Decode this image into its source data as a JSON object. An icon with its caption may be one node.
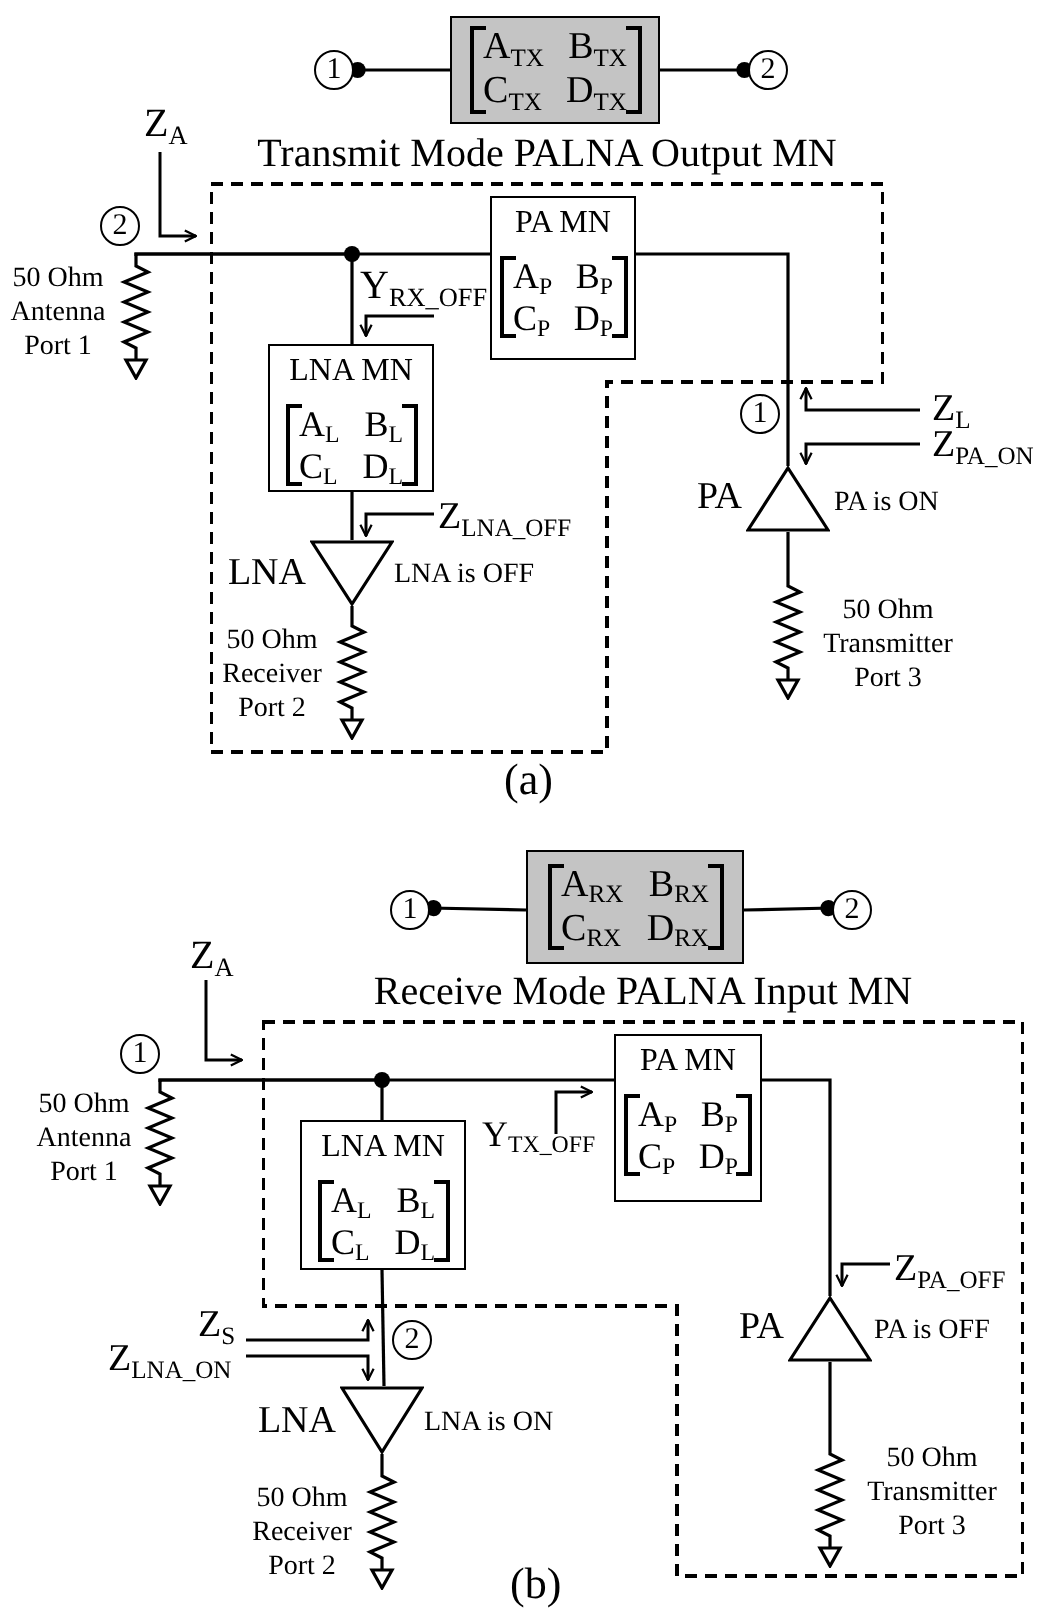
{
  "diagram": {
    "nodes": [
      {
        "text": [
          "1"
        ]
      },
      {
        "text": [
          "A$_{TX}$ B$_{TX}$ C$_{TX}$ D$_{TX}$"
        ]
      },
      {
        "text": [
          "2"
        ]
      },
      {
        "text": [
          "Transmit Mode PALNA Output MN"
        ]
      },
      {
        "text": [
          "2"
        ]
      },
      {
        "text": [],
        "shape": "resistor",
        "beside": [
          "50 Ohm Antenna Port 1"
        ]
      },
      {
        "text": [
          "PA MN",
          "A$_{P}$ B$_{P}$ C$_{P}$ D$_{P}$"
        ],
        "in": 3
      },
      {
        "text": [
          "LNA MN",
          "A$_{L}$ B$_{L}$ C$_{L}$ D$_{L}$"
        ],
        "in": 3
      },
      {
        "text": [],
        "shape": "triangle",
        "beside": [
          "LNA",
          "LNA is OFF"
        ],
        "in": 3
      },
      {
        "text": [],
        "shape": "resistor",
        "beside": [
          "50 Ohm Receiver Port 2"
        ],
        "in": 3
      },
      {
        "text": [
          "1"
        ]
      },
      {
        "text": [],
        "shape": "triangle",
        "beside": [
          "PA",
          "PA is ON"
        ]
      },
      {
        "text": [],
        "shape": "resistor",
        "beside": [
          "50 Ohm Transmitter Port 3"
        ]
      },
      {
        "text": [
          "1"
        ]
      },
      {
        "text": [
          "A$_{RX}$ B$_{RX}$ C$_{RX}$ D$_{RX}$"
        ]
      },
      {
        "text": [
          "2"
        ]
      },
      {
        "text": [
          "Receive Mode PALNA Input MN"
        ]
      },
      {
        "text": [
          "1"
        ]
      },
      {
        "text": [],
        "shape": "resistor",
        "beside": [
          "50 Ohm Antenna Port 1"
        ]
      },
      {
        "text": [
          "PA MN",
          "A$_{P}$ B$_{P}$ C$_{P}$ D$_{P}$"
        ],
        "in": 16
      },
      {
        "text": [
          "LNA MN",
          "A$_{L}$ B$_{L}$ C$_{L}$ D$_{L}$"
        ],
        "in": 16
      },
      {
        "text": [],
        "shape": "triangle",
        "beside": [
          "PA",
          "PA is OFF"
        ],
        "in": 16
      },
      {
        "text": [],
        "shape": "resistor",
        "beside": [
          "50 Ohm Transmitter Port 3"
        ],
        "in": 16
      },
      {
        "text": [
          "2"
        ]
      },
      {
        "text": [],
        "shape": "triangle",
        "beside": [
          "LNA",
          "LNA is ON"
        ]
      },
      {
        "text": [],
        "shape": "resistor",
        "beside": [
          "50 Ohm Receiver Port 2"
        ]
      }
    ],
    "edges": [
      {
        "from": 0,
        "to": 1,
        "arrow": "other"
      },
      {
        "from": 2,
        "to": 1,
        "arrow": "other"
      },
      {
        "from": 5,
        "to": 6,
        "arrow": "none"
      },
      {
        "from": 5,
        "to": 7,
        "arrow": "none"
      },
      {
        "from": 7,
        "to": 8,
        "arrow": "none"
      },
      {
        "from": 8,
        "to": 9,
        "arrow": "none"
      },
      {
        "from": 6,
        "to": 11,
        "arrow": "none"
      },
      {
        "from": 11,
        "to": 12,
        "arrow": "none"
      },
      {
        "from": 13,
        "to": 14,
        "arrow": "other"
      },
      {
        "from": 15,
        "to": 14,
        "arrow": "other"
      },
      {
        "from": 18,
        "to": 19,
        "arrow": "none"
      },
      {
        "from": 18,
        "to": 20,
        "arrow": "none"
      },
      {
        "from": 20,
        "to": 24,
        "arrow": "none"
      },
      {
        "from": 24,
        "to": 25,
        "arrow": "none"
      },
      {
        "from": 19,
        "to": 21,
        "arrow": "none"
      },
      {
        "from": 21,
        "to": 22,
        "arrow": "none"
      }
    ],
    "labels": [
      "Z$_{A}$",
      "Y$_{RX_OFF}$",
      "Z$_{L}$",
      "Z$_{PA_ON}$",
      "Z$_{LNA_OFF}$",
      "(a)",
      "Z$_{A}$",
      "Y$_{TX_OFF}$",
      "Z$_{PA_OFF}$",
      "Z$_{S}$",
      "Z$_{LNA_ON}$",
      "(b)"
    ]
  }
}
